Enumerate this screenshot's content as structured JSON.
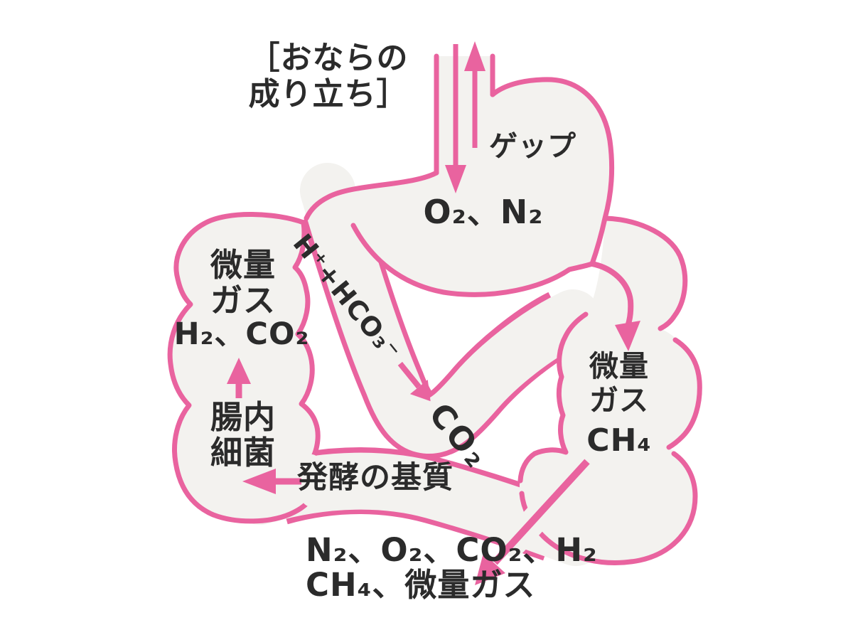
{
  "colors": {
    "pink": "#e9639f",
    "ink": "#2b2b2b",
    "organ": "#f3f2ef",
    "bg": "#ffffff"
  },
  "title": {
    "text": "［おならの\n成り立ち］"
  },
  "labels": {
    "burp": "ゲップ",
    "stomach_gases": "O₂、N₂",
    "reaction": {
      "left": "H⁺+HCO₃⁻",
      "right": "CO₂"
    },
    "left_colon": {
      "trace_gas": "微量\nガス",
      "gases": "H₂、CO₂",
      "bacteria": "腸内\n細菌"
    },
    "fermentation": "発酵の基質",
    "right_colon": {
      "trace_gas": "微量\nガス",
      "gas": "CH₄"
    },
    "flatus": {
      "line1": "N₂、O₂、CO₂、H₂",
      "line2": "CH₄、微量ガス"
    }
  },
  "arrows": {
    "swallow": "down-into-stomach",
    "burp": "up-out-of-esophagus",
    "bacteria_gas": "up-from-bacteria-to-trace-gas",
    "fermentation": "left-into-gut-bacteria",
    "co2_release": "down-right-along-duodenum",
    "stomach_to_colon": "curved-down-into-right-colon",
    "flatus_exit": "down-left-out-of-rectum"
  }
}
